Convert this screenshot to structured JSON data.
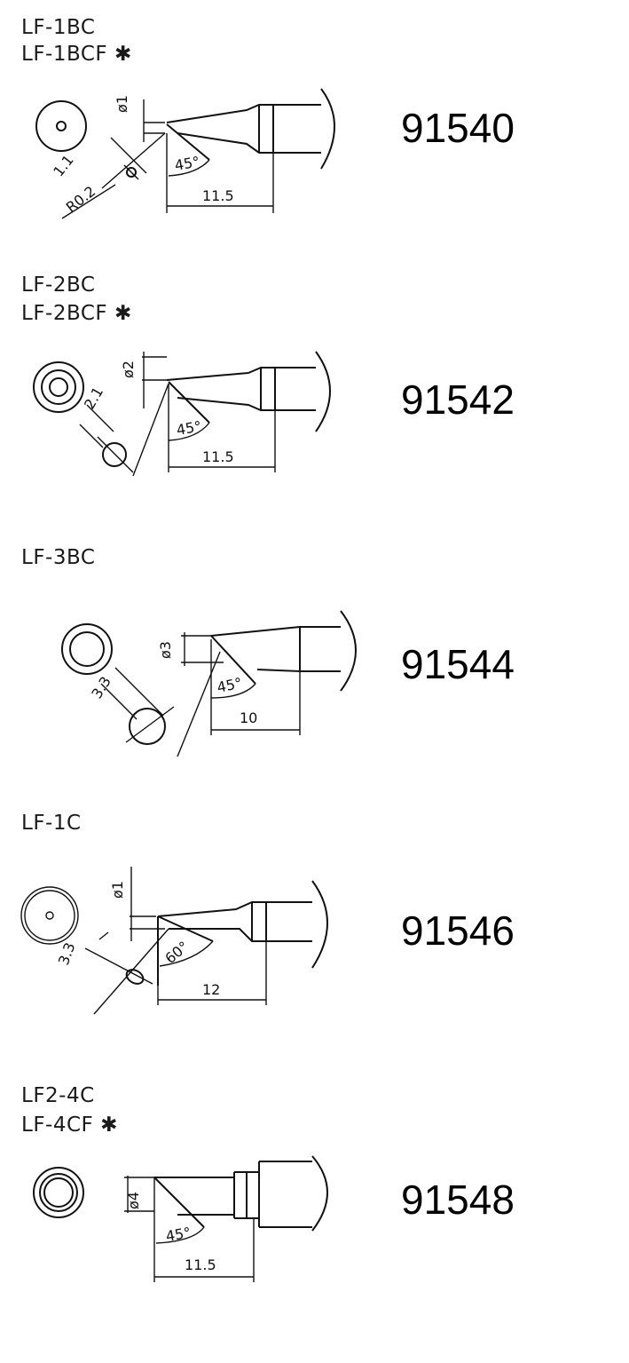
{
  "tips": [
    {
      "names": [
        "LF-1BC",
        "LF-1BCF ✱"
      ],
      "code": "91540",
      "dims": {
        "diameter": "ø1",
        "face": "1.1",
        "radius": "R0.2",
        "angle": "45°",
        "length": "11.5"
      }
    },
    {
      "names": [
        "LF-2BC",
        "LF-2BCF ✱"
      ],
      "code": "91542",
      "dims": {
        "diameter": "ø2",
        "face": "2.1",
        "angle": "45°",
        "length": "11.5"
      }
    },
    {
      "names": [
        "LF-3BC"
      ],
      "code": "91544",
      "dims": {
        "diameter": "ø3",
        "face": "3.3",
        "angle": "45°",
        "length": "10"
      }
    },
    {
      "names": [
        "LF-1C"
      ],
      "code": "91546",
      "dims": {
        "diameter": "ø1",
        "face": "3.3",
        "angle": "60°",
        "length": "12"
      }
    },
    {
      "names": [
        "LF2-4C",
        "LF-4CF   ✱"
      ],
      "code": "91548",
      "dims": {
        "diameter": "ø4",
        "angle": "45°",
        "length": "11.5"
      }
    }
  ]
}
